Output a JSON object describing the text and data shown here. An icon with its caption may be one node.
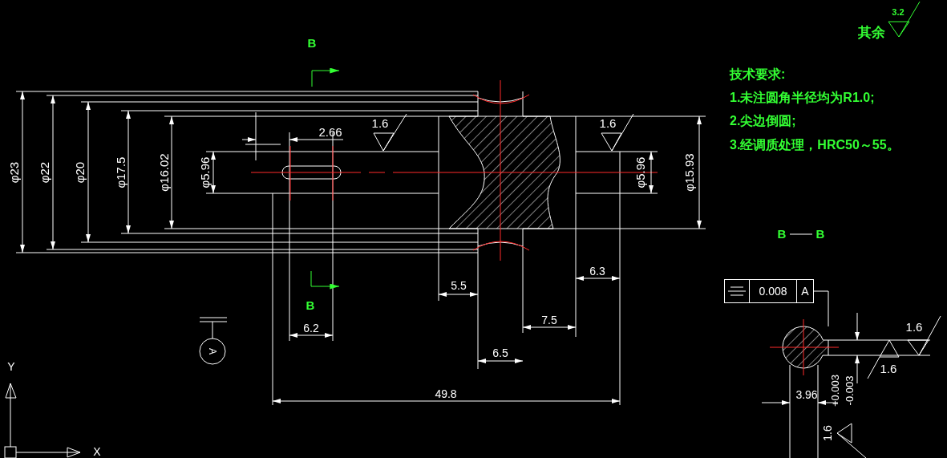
{
  "diagram": {
    "nodes": [
      {
        "text": [
          "0.008",
          "A"
        ]
      },
      {
        "text": [],
        "shape": "picture"
      }
    ],
    "edges": [
      {
        "from": 0,
        "to": 1,
        "arrow": "none"
      }
    ],
    "labels": [
      "B",
      "其余",
      "3.2",
      "技术要求:",
      "1.未注圆角半径均为R1.0;",
      "2.尖边倒圆;",
      "3.经调质处理，HRC50～55。",
      "1.6",
      "2.66",
      "1.6",
      "φ23",
      "φ22",
      "φ20",
      "φ17.5",
      "φ16.02",
      "φ5.96",
      "φ5.96",
      "φ15.93",
      "B",
      "B",
      "6.3",
      "5.5",
      "B",
      "6.2",
      "1.6",
      "7.5",
      "6.5",
      "1.6",
      "49.8",
      "3.96",
      "+0.003",
      "-0.003",
      "A",
      "1.6",
      "Y",
      "X"
    ]
  }
}
